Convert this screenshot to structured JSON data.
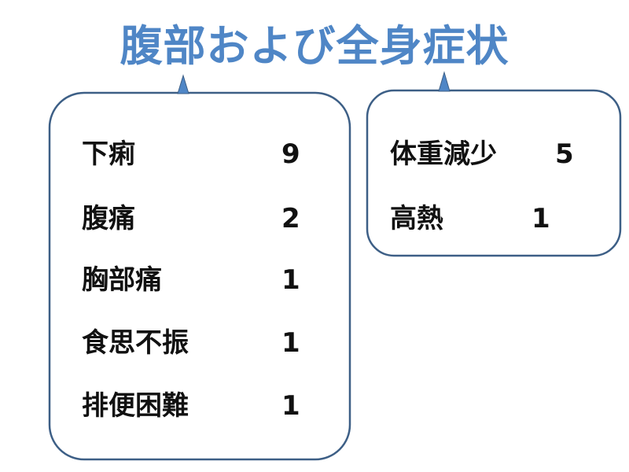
{
  "title": "腹部および全身症状",
  "colors": {
    "title": "#4f86c6",
    "box_border": "#3d5f86",
    "pointer": "#4f86c6",
    "text": "#111111"
  },
  "left_box": {
    "items": [
      {
        "label": "下痢",
        "count": "9"
      },
      {
        "label": "腹痛",
        "count": "2"
      },
      {
        "label": "胸部痛",
        "count": "1"
      },
      {
        "label": "食思不振",
        "count": "1"
      },
      {
        "label": "排便困難",
        "count": "1"
      }
    ]
  },
  "right_box": {
    "items": [
      {
        "label": "体重減少",
        "count": "5"
      },
      {
        "label": "高熱",
        "count": "1"
      }
    ]
  }
}
